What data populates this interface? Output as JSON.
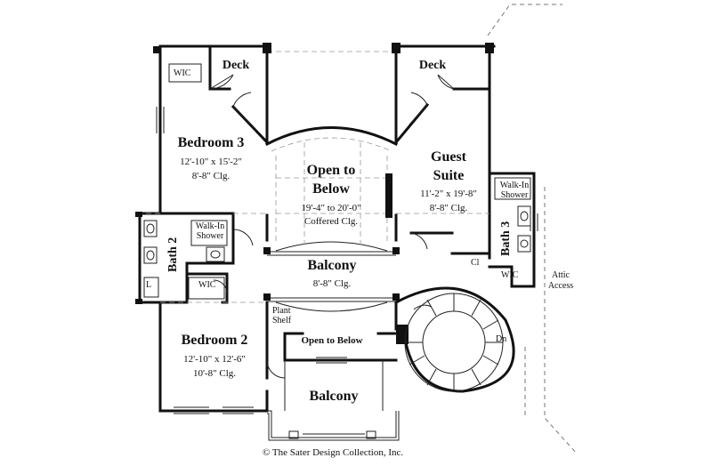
{
  "rooms": {
    "deck_left": "Deck",
    "deck_right": "Deck",
    "wic_top_left": "WIC",
    "bedroom3": {
      "name": "Bedroom 3",
      "size": "12'-10\" x 15'-2\"",
      "ceiling": "8'-8\" Clg."
    },
    "open_below_top": {
      "line1": "Open to",
      "line2": "Below",
      "size": "19'-4\" to 20'-0\"",
      "ceiling": "Coffered Clg."
    },
    "guest_suite": {
      "line1": "Guest",
      "line2": "Suite",
      "size": "11'-2\" x 19'-8\"",
      "ceiling": "8'-8\" Clg."
    },
    "walk_in_shower_right": {
      "line1": "Walk-In",
      "line2": "Shower"
    },
    "bath3": "Bath 3",
    "cl": "Cl",
    "wic_right": "WIC",
    "attic_access": {
      "line1": "Attic",
      "line2": "Access"
    },
    "bath2": "Bath 2",
    "walk_in_shower_left": {
      "line1": "Walk-In",
      "line2": "Shower"
    },
    "l": "L",
    "wic_left": "WIC",
    "balcony_mid": {
      "name": "Balcony",
      "ceiling": "8'-8\" Clg."
    },
    "plant_shelf": {
      "line1": "Plant",
      "line2": "Shelf"
    },
    "open_below_bottom": "Open to Below",
    "dn": "Dn",
    "bedroom2": {
      "name": "Bedroom 2",
      "size": "12'-10\" x 12'-6\"",
      "ceiling": "10'-8\" Clg."
    },
    "balcony_bottom": "Balcony"
  },
  "copyright": "© The Sater Design Collection, Inc."
}
